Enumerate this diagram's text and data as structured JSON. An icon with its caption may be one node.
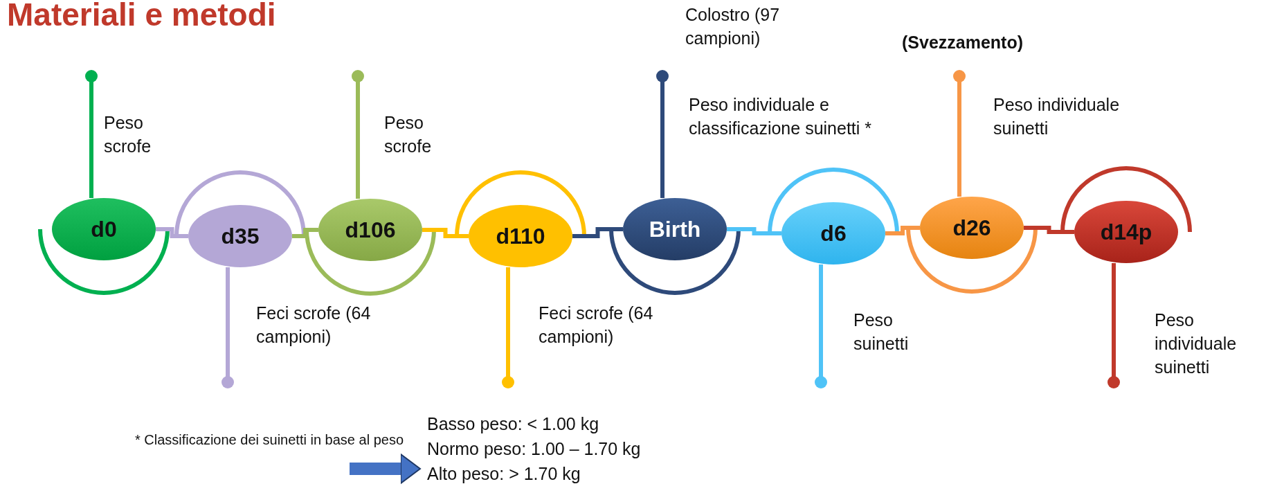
{
  "diagram": {
    "title": "Materiali e metodi",
    "nodes": [
      {
        "text": [
          "d0"
        ],
        "beside": [
          "Peso scrofe"
        ]
      },
      {
        "text": [
          "d35"
        ],
        "beside": [
          "Feci scrofe (64 campioni)"
        ]
      },
      {
        "text": [
          "d106"
        ],
        "beside": [
          "Peso scrofe"
        ]
      },
      {
        "text": [
          "d110"
        ],
        "beside": [
          "Feci scrofe (64 campioni)"
        ]
      },
      {
        "text": [
          "Birth"
        ],
        "beside": [
          "Colostro (97 campioni)",
          "Peso individuale e classificazione suinetti *"
        ]
      },
      {
        "text": [
          "d6"
        ],
        "beside": [
          "Peso suinetti"
        ]
      },
      {
        "text": [
          "d26"
        ],
        "beside": [
          "(Svezzamento)",
          "Peso individuale suinetti"
        ]
      },
      {
        "text": [
          "d14p"
        ],
        "beside": [
          "Peso individuale suinetti"
        ]
      },
      {
        "text": [
          "* Classificazione dei suinetti in base al peso"
        ]
      },
      {
        "text": [
          "Basso peso: < 1.00 kg",
          "Normo peso: 1.00 – 1.70 kg",
          "Alto peso: > 1.70 kg"
        ]
      }
    ],
    "edges": [
      {
        "from": 0,
        "to": 1,
        "arrow": "none",
        "color": "#b4a7d6"
      },
      {
        "from": 1,
        "to": 2,
        "arrow": "none",
        "color": "#9bbb59"
      },
      {
        "from": 2,
        "to": 3,
        "arrow": "none",
        "color": "#ffc000"
      },
      {
        "from": 3,
        "to": 4,
        "arrow": "none",
        "color": "#2e4a7a"
      },
      {
        "from": 4,
        "to": 5,
        "arrow": "none",
        "color": "#4fc3f7"
      },
      {
        "from": 5,
        "to": 6,
        "arrow": "none",
        "color": "#f79646"
      },
      {
        "from": 6,
        "to": 7,
        "arrow": "none",
        "color": "#c0392b"
      },
      {
        "from": 8,
        "to": 9,
        "arrow": "to",
        "style": "thick",
        "color": "#4472c4"
      }
    ]
  }
}
